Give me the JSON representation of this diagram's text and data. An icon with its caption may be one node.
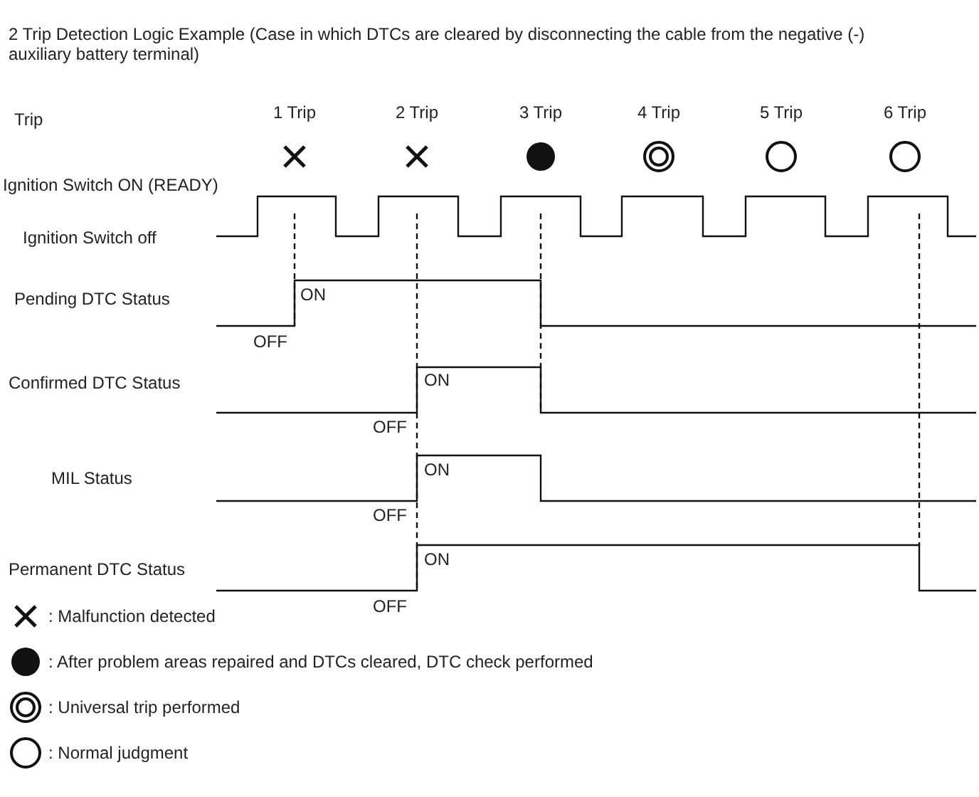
{
  "diagram": {
    "title": "2 Trip Detection Logic Example (Case in which DTCs are cleared by disconnecting the cable from the negative (-) auxiliary battery terminal)",
    "labels": [
      "Trip",
      "1 Trip",
      "2 Trip",
      "3 Trip",
      "4 Trip",
      "5 Trip",
      "6 Trip",
      "Ignition Switch ON (READY)",
      "Ignition Switch off",
      "Pending DTC Status",
      "ON",
      "OFF",
      "Confirmed DTC Status",
      "ON",
      "OFF",
      "MIL Status",
      "ON",
      "OFF",
      "Permanent DTC Status",
      "ON",
      "OFF"
    ],
    "legend": [
      {
        "text": ": Malfunction detected"
      },
      {
        "text": ": After problem areas repaired and DTCs cleared, DTC check performed"
      },
      {
        "text": ": Universal trip performed"
      },
      {
        "text": ": Normal judgment"
      }
    ]
  }
}
